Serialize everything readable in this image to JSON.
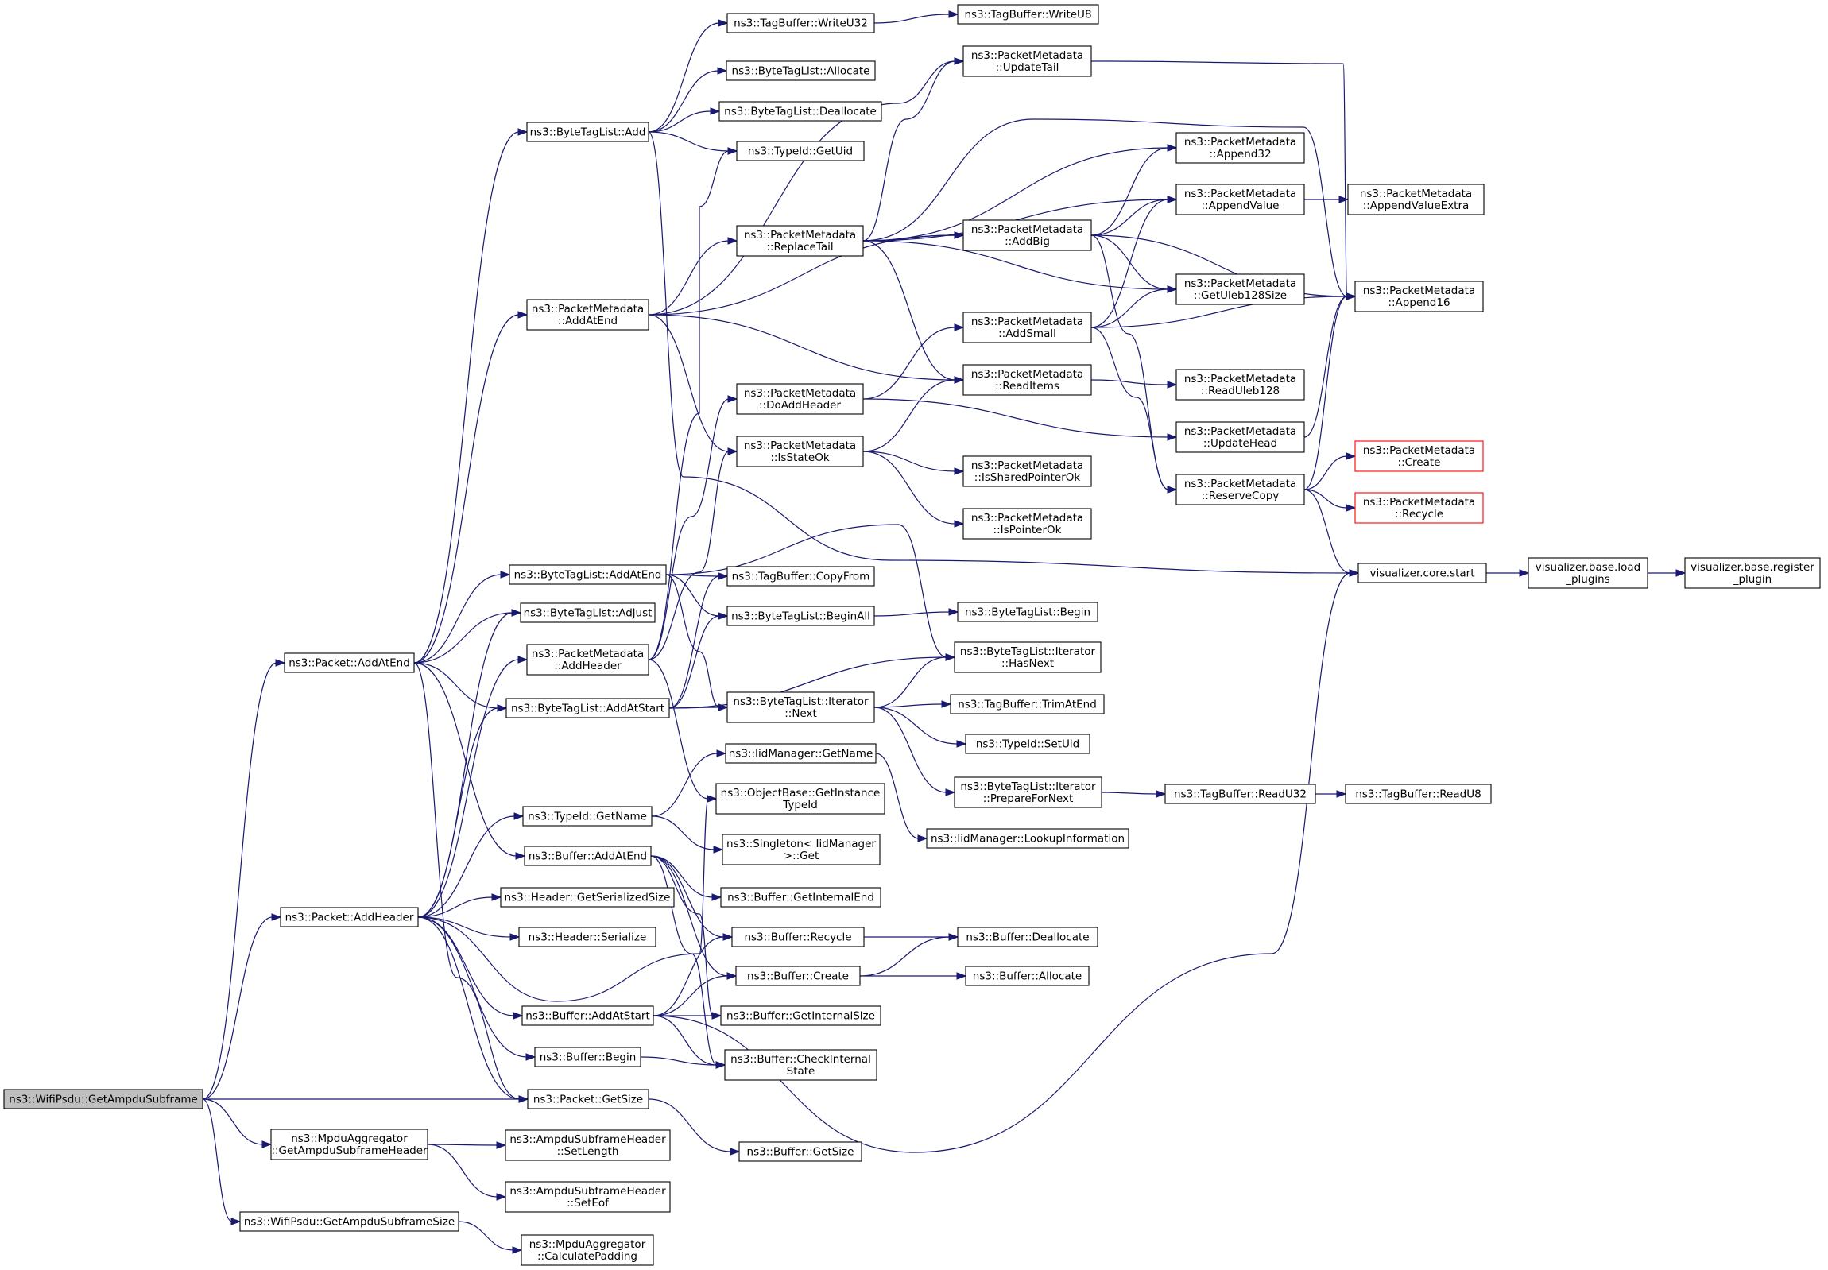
{
  "colors": {
    "edge": "#191970",
    "node_border": "#000000",
    "node_border_truncated": "#ff0000",
    "root_fill": "#bfbfbf",
    "node_fill": "#ffffff",
    "text": "#000000"
  },
  "nodes": [
    {
      "id": "root",
      "lines": [
        "ns3::WifiPsdu::GetAmpduSubframe"
      ],
      "kind": "root"
    },
    {
      "id": "pkt_addatend",
      "lines": [
        "ns3::Packet::AddAtEnd"
      ]
    },
    {
      "id": "pkt_addheader",
      "lines": [
        "ns3::Packet::AddHeader"
      ]
    },
    {
      "id": "pkt_getsize",
      "lines": [
        "ns3::Packet::GetSize"
      ]
    },
    {
      "id": "mpdu_getsubhdr",
      "lines": [
        "ns3::MpduAggregator",
        "::GetAmpduSubframeHeader"
      ]
    },
    {
      "id": "psdu_getsubsize",
      "lines": [
        "ns3::WifiPsdu::GetAmpduSubframeSize"
      ]
    },
    {
      "id": "btl_add",
      "lines": [
        "ns3::ByteTagList::Add"
      ]
    },
    {
      "id": "pm_addatend",
      "lines": [
        "ns3::PacketMetadata",
        "::AddAtEnd"
      ]
    },
    {
      "id": "btl_addatend",
      "lines": [
        "ns3::ByteTagList::AddAtEnd"
      ]
    },
    {
      "id": "btl_adjust",
      "lines": [
        "ns3::ByteTagList::Adjust"
      ]
    },
    {
      "id": "pm_addheader",
      "lines": [
        "ns3::PacketMetadata",
        "::AddHeader"
      ]
    },
    {
      "id": "btl_addatstart",
      "lines": [
        "ns3::ByteTagList::AddAtStart"
      ]
    },
    {
      "id": "typeid_getname",
      "lines": [
        "ns3::TypeId::GetName"
      ]
    },
    {
      "id": "buf_addatend",
      "lines": [
        "ns3::Buffer::AddAtEnd"
      ]
    },
    {
      "id": "hdr_getser",
      "lines": [
        "ns3::Header::GetSerializedSize"
      ]
    },
    {
      "id": "hdr_serialize",
      "lines": [
        "ns3::Header::Serialize"
      ]
    },
    {
      "id": "buf_addatstart",
      "lines": [
        "ns3::Buffer::AddAtStart"
      ]
    },
    {
      "id": "buf_begin",
      "lines": [
        "ns3::Buffer::Begin"
      ]
    },
    {
      "id": "ash_setlength",
      "lines": [
        "ns3::AmpduSubframeHeader",
        "::SetLength"
      ]
    },
    {
      "id": "ash_seteof",
      "lines": [
        "ns3::AmpduSubframeHeader",
        "::SetEof"
      ]
    },
    {
      "id": "mpdu_calcpad",
      "lines": [
        "ns3::MpduAggregator",
        "::CalculatePadding"
      ]
    },
    {
      "id": "tb_writeu32",
      "lines": [
        "ns3::TagBuffer::WriteU32"
      ]
    },
    {
      "id": "btl_allocate",
      "lines": [
        "ns3::ByteTagList::Allocate"
      ]
    },
    {
      "id": "btl_deallocate",
      "lines": [
        "ns3::ByteTagList::Deallocate"
      ]
    },
    {
      "id": "typeid_getuid",
      "lines": [
        "ns3::TypeId::GetUid"
      ]
    },
    {
      "id": "pm_replacetail",
      "lines": [
        "ns3::PacketMetadata",
        "::ReplaceTail"
      ]
    },
    {
      "id": "pm_doaddheader",
      "lines": [
        "ns3::PacketMetadata",
        "::DoAddHeader"
      ]
    },
    {
      "id": "pm_isstateok",
      "lines": [
        "ns3::PacketMetadata",
        "::IsStateOk"
      ]
    },
    {
      "id": "tb_copyfrom",
      "lines": [
        "ns3::TagBuffer::CopyFrom"
      ]
    },
    {
      "id": "btl_beginall",
      "lines": [
        "ns3::ByteTagList::BeginAll"
      ]
    },
    {
      "id": "btli_next",
      "lines": [
        "ns3::ByteTagList::Iterator",
        "::Next"
      ]
    },
    {
      "id": "iid_getname",
      "lines": [
        "ns3::IidManager::GetName"
      ]
    },
    {
      "id": "ob_getinsttid",
      "lines": [
        "ns3::ObjectBase::GetInstance",
        "TypeId"
      ]
    },
    {
      "id": "singleton_get",
      "lines": [
        "ns3::Singleton< IidManager",
        " >::Get"
      ]
    },
    {
      "id": "buf_getintend",
      "lines": [
        "ns3::Buffer::GetInternalEnd"
      ]
    },
    {
      "id": "buf_recycle",
      "lines": [
        "ns3::Buffer::Recycle"
      ]
    },
    {
      "id": "buf_create",
      "lines": [
        "ns3::Buffer::Create"
      ]
    },
    {
      "id": "buf_getintsize",
      "lines": [
        "ns3::Buffer::GetInternalSize"
      ]
    },
    {
      "id": "buf_checkint",
      "lines": [
        "ns3::Buffer::CheckInternal",
        "State"
      ]
    },
    {
      "id": "buf_getsize",
      "lines": [
        "ns3::Buffer::GetSize"
      ]
    },
    {
      "id": "tb_writeu8",
      "lines": [
        "ns3::TagBuffer::WriteU8"
      ]
    },
    {
      "id": "pm_updatetail",
      "lines": [
        "ns3::PacketMetadata",
        "::UpdateTail"
      ]
    },
    {
      "id": "pm_addbig",
      "lines": [
        "ns3::PacketMetadata",
        "::AddBig"
      ]
    },
    {
      "id": "pm_addsmall",
      "lines": [
        "ns3::PacketMetadata",
        "::AddSmall"
      ]
    },
    {
      "id": "pm_readitems",
      "lines": [
        "ns3::PacketMetadata",
        "::ReadItems"
      ]
    },
    {
      "id": "pm_issharedptrok",
      "lines": [
        "ns3::PacketMetadata",
        "::IsSharedPointerOk"
      ]
    },
    {
      "id": "pm_isptrok",
      "lines": [
        "ns3::PacketMetadata",
        "::IsPointerOk"
      ]
    },
    {
      "id": "btl_begin",
      "lines": [
        "ns3::ByteTagList::Begin"
      ]
    },
    {
      "id": "btli_hasnext",
      "lines": [
        "ns3::ByteTagList::Iterator",
        "::HasNext"
      ]
    },
    {
      "id": "tb_trimatend",
      "lines": [
        "ns3::TagBuffer::TrimAtEnd"
      ]
    },
    {
      "id": "typeid_setuid",
      "lines": [
        "ns3::TypeId::SetUid"
      ]
    },
    {
      "id": "btli_prepare",
      "lines": [
        "ns3::ByteTagList::Iterator",
        "::PrepareForNext"
      ]
    },
    {
      "id": "iid_lookup",
      "lines": [
        "ns3::IidManager::LookupInformation"
      ]
    },
    {
      "id": "buf_deallocate",
      "lines": [
        "ns3::Buffer::Deallocate"
      ]
    },
    {
      "id": "buf_allocate",
      "lines": [
        "ns3::Buffer::Allocate"
      ]
    },
    {
      "id": "pm_append32",
      "lines": [
        "ns3::PacketMetadata",
        "::Append32"
      ]
    },
    {
      "id": "pm_appendvalue",
      "lines": [
        "ns3::PacketMetadata",
        "::AppendValue"
      ]
    },
    {
      "id": "pm_getuleb",
      "lines": [
        "ns3::PacketMetadata",
        "::GetUleb128Size"
      ]
    },
    {
      "id": "pm_readuleb",
      "lines": [
        "ns3::PacketMetadata",
        "::ReadUleb128"
      ]
    },
    {
      "id": "pm_updatehead",
      "lines": [
        "ns3::PacketMetadata",
        "::UpdateHead"
      ]
    },
    {
      "id": "pm_reservecopy",
      "lines": [
        "ns3::PacketMetadata",
        "::ReserveCopy"
      ]
    },
    {
      "id": "tb_readu32",
      "lines": [
        "ns3::TagBuffer::ReadU32"
      ]
    },
    {
      "id": "vis_core_start",
      "lines": [
        "visualizer.core.start"
      ]
    },
    {
      "id": "pm_appendvalueextra",
      "lines": [
        "ns3::PacketMetadata",
        "::AppendValueExtra"
      ]
    },
    {
      "id": "pm_append16",
      "lines": [
        "ns3::PacketMetadata",
        "::Append16"
      ]
    },
    {
      "id": "pm_create",
      "lines": [
        "ns3::PacketMetadata",
        "::Create"
      ],
      "kind": "truncated"
    },
    {
      "id": "pm_recycle",
      "lines": [
        "ns3::PacketMetadata",
        "::Recycle"
      ],
      "kind": "truncated"
    },
    {
      "id": "tb_readu8",
      "lines": [
        "ns3::TagBuffer::ReadU8"
      ]
    },
    {
      "id": "vis_load_plugins",
      "lines": [
        "visualizer.base.load",
        "_plugins"
      ]
    },
    {
      "id": "vis_register_plugin",
      "lines": [
        "visualizer.base.register",
        "_plugin"
      ]
    }
  ],
  "edges": [
    [
      "root",
      "pkt_addatend"
    ],
    [
      "root",
      "pkt_addheader"
    ],
    [
      "root",
      "pkt_getsize"
    ],
    [
      "root",
      "mpdu_getsubhdr"
    ],
    [
      "root",
      "psdu_getsubsize"
    ],
    [
      "pkt_addatend",
      "btl_add"
    ],
    [
      "pkt_addatend",
      "pm_addatend"
    ],
    [
      "pkt_addatend",
      "btl_addatend"
    ],
    [
      "pkt_addatend",
      "btl_adjust"
    ],
    [
      "pkt_addatend",
      "btl_addatstart"
    ],
    [
      "pkt_addatend",
      "buf_addatend"
    ],
    [
      "pkt_addatend",
      "pkt_getsize"
    ],
    [
      "pkt_addheader",
      "btl_adjust"
    ],
    [
      "pkt_addheader",
      "pm_addheader"
    ],
    [
      "pkt_addheader",
      "btl_addatstart"
    ],
    [
      "pkt_addheader",
      "typeid_getname"
    ],
    [
      "pkt_addheader",
      "hdr_getser"
    ],
    [
      "pkt_addheader",
      "hdr_serialize"
    ],
    [
      "pkt_addheader",
      "buf_addatstart"
    ],
    [
      "pkt_addheader",
      "buf_begin"
    ],
    [
      "pkt_addheader",
      "pkt_getsize"
    ],
    [
      "pkt_addheader",
      "ob_getinsttid"
    ],
    [
      "pkt_getsize",
      "buf_getsize"
    ],
    [
      "mpdu_getsubhdr",
      "ash_setlength"
    ],
    [
      "mpdu_getsubhdr",
      "ash_seteof"
    ],
    [
      "psdu_getsubsize",
      "mpdu_calcpad"
    ],
    [
      "btl_add",
      "tb_writeu32"
    ],
    [
      "btl_add",
      "btl_allocate"
    ],
    [
      "btl_add",
      "btl_deallocate"
    ],
    [
      "btl_add",
      "typeid_getuid"
    ],
    [
      "btl_add",
      "vis_core_start"
    ],
    [
      "pm_addatend",
      "pm_updatetail"
    ],
    [
      "pm_addatend",
      "pm_replacetail"
    ],
    [
      "pm_addatend",
      "pm_addbig"
    ],
    [
      "pm_addatend",
      "pm_readitems"
    ],
    [
      "pm_addatend",
      "pm_isstateok"
    ],
    [
      "btl_addatend",
      "tb_copyfrom"
    ],
    [
      "btl_addatend",
      "btl_beginall"
    ],
    [
      "btl_addatend",
      "btli_hasnext"
    ],
    [
      "btl_addatend",
      "btli_next"
    ],
    [
      "pm_addheader",
      "pm_doaddheader"
    ],
    [
      "pm_addheader",
      "pm_isstateok"
    ],
    [
      "pm_addheader",
      "typeid_getuid"
    ],
    [
      "pm_addheader",
      "ob_getinsttid"
    ],
    [
      "btl_addatstart",
      "tb_copyfrom"
    ],
    [
      "btl_addatstart",
      "btl_beginall"
    ],
    [
      "btl_addatstart",
      "btli_hasnext"
    ],
    [
      "btl_addatstart",
      "btli_next"
    ],
    [
      "typeid_getname",
      "iid_getname"
    ],
    [
      "typeid_getname",
      "singleton_get"
    ],
    [
      "buf_addatend",
      "buf_getintend"
    ],
    [
      "buf_addatend",
      "buf_recycle"
    ],
    [
      "buf_addatend",
      "buf_create"
    ],
    [
      "buf_addatend",
      "buf_getintsize"
    ],
    [
      "buf_addatend",
      "buf_checkint"
    ],
    [
      "buf_addatstart",
      "buf_recycle"
    ],
    [
      "buf_addatstart",
      "buf_create"
    ],
    [
      "buf_addatstart",
      "buf_getintsize"
    ],
    [
      "buf_addatstart",
      "buf_checkint"
    ],
    [
      "buf_addatstart",
      "vis_core_start"
    ],
    [
      "buf_begin",
      "buf_checkint"
    ],
    [
      "tb_writeu32",
      "tb_writeu8"
    ],
    [
      "pm_replacetail",
      "pm_updatetail"
    ],
    [
      "pm_replacetail",
      "pm_append16"
    ],
    [
      "pm_replacetail",
      "pm_append32"
    ],
    [
      "pm_replacetail",
      "pm_appendvalue"
    ],
    [
      "pm_replacetail",
      "pm_addbig"
    ],
    [
      "pm_replacetail",
      "pm_getuleb"
    ],
    [
      "pm_replacetail",
      "pm_readitems"
    ],
    [
      "pm_doaddheader",
      "pm_addsmall"
    ],
    [
      "pm_doaddheader",
      "pm_updatehead"
    ],
    [
      "pm_isstateok",
      "pm_readitems"
    ],
    [
      "pm_isstateok",
      "pm_issharedptrok"
    ],
    [
      "pm_isstateok",
      "pm_isptrok"
    ],
    [
      "btl_beginall",
      "btl_begin"
    ],
    [
      "btli_next",
      "btli_hasnext"
    ],
    [
      "btli_next",
      "tb_trimatend"
    ],
    [
      "btli_next",
      "typeid_setuid"
    ],
    [
      "btli_next",
      "btli_prepare"
    ],
    [
      "iid_getname",
      "iid_lookup"
    ],
    [
      "buf_recycle",
      "buf_deallocate"
    ],
    [
      "buf_create",
      "buf_deallocate"
    ],
    [
      "buf_create",
      "buf_allocate"
    ],
    [
      "pm_updatetail",
      "pm_append16"
    ],
    [
      "pm_addbig",
      "pm_append32"
    ],
    [
      "pm_addbig",
      "pm_appendvalue"
    ],
    [
      "pm_addbig",
      "pm_getuleb"
    ],
    [
      "pm_addbig",
      "pm_append16"
    ],
    [
      "pm_addbig",
      "pm_reservecopy"
    ],
    [
      "pm_addsmall",
      "pm_appendvalue"
    ],
    [
      "pm_addsmall",
      "pm_getuleb"
    ],
    [
      "pm_addsmall",
      "pm_append16"
    ],
    [
      "pm_addsmall",
      "pm_reservecopy"
    ],
    [
      "pm_readitems",
      "pm_readuleb"
    ],
    [
      "pm_updatehead",
      "pm_append16"
    ],
    [
      "pm_reservecopy",
      "pm_append16"
    ],
    [
      "pm_reservecopy",
      "pm_create"
    ],
    [
      "pm_reservecopy",
      "pm_recycle"
    ],
    [
      "pm_reservecopy",
      "vis_core_start"
    ],
    [
      "btli_prepare",
      "tb_readu32"
    ],
    [
      "tb_readu32",
      "tb_readu8"
    ],
    [
      "pm_appendvalue",
      "pm_appendvalueextra"
    ],
    [
      "vis_core_start",
      "vis_load_plugins"
    ],
    [
      "vis_load_plugins",
      "vis_register_plugin"
    ]
  ]
}
